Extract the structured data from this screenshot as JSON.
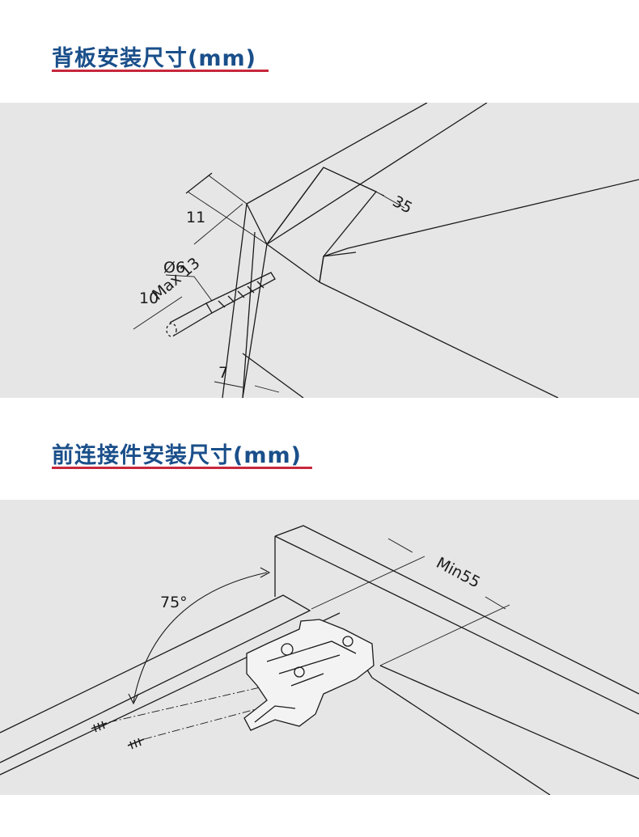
{
  "section1": {
    "title": "背板安装尺寸(mm)",
    "labels": {
      "max13": "Max 13",
      "d35": "35",
      "d11": "11",
      "dia6": "Ø6",
      "d10": "10",
      "d7": "7"
    }
  },
  "section2": {
    "title": "前连接件安装尺寸(mm)",
    "labels": {
      "min55": "Min55",
      "angle": "75°"
    }
  },
  "colors": {
    "title": "#1a4f8a",
    "underline": "#c8283c",
    "panel_bg": "#e6e6e6",
    "line": "#1a1a1a"
  }
}
